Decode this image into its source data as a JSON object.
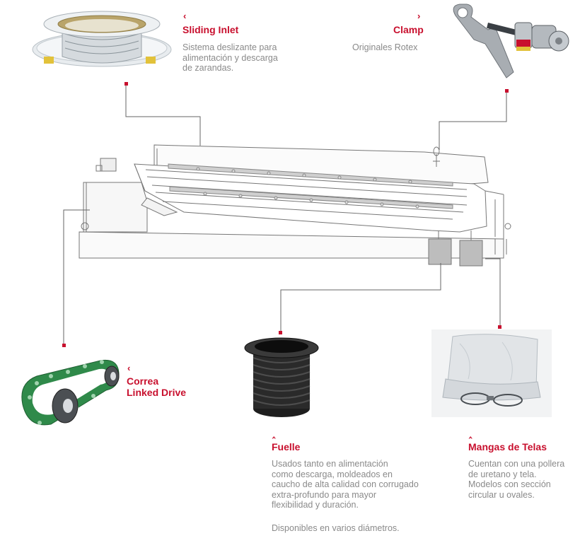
{
  "colors": {
    "accent": "#c8102e",
    "text_gray": "#8a8a8a",
    "line_gray": "#666666"
  },
  "components": {
    "sliding_inlet": {
      "title": "Sliding Inlet",
      "desc_lines": [
        "Sistema deslizante para",
        "alimentación y descarga",
        "de zarandas."
      ],
      "chevron": "‹",
      "image_icon": "sliding-inlet-ring"
    },
    "clamp": {
      "title": "Clamp",
      "desc_lines": [
        "Originales Rotex"
      ],
      "chevron": "›",
      "image_icon": "clamp-mechanism"
    },
    "correa": {
      "title_lines": [
        "Correa",
        "Linked Drive"
      ],
      "chevron": "‹",
      "image_icon": "green-linked-belt"
    },
    "fuelle": {
      "title": "Fuelle",
      "desc_lines": [
        "Usados tanto en alimentación",
        "como descarga, moldeados en",
        "caucho de alta calidad con corrugado",
        "extra-profundo para mayor",
        "flexibilidad y duración."
      ],
      "desc2": "Disponibles en varios diámetros.",
      "chevron": "‸",
      "image_icon": "rubber-bellows"
    },
    "mangas": {
      "title": "Mangas de Telas",
      "desc_lines": [
        "Cuentan con una pollera",
        "de uretano y tela.",
        "Modelos con sección",
        "circular u ovales."
      ],
      "chevron": "‸",
      "image_icon": "fabric-sleeve-with-clamps"
    }
  },
  "machine_icon": "rotex-screener-line-drawing"
}
